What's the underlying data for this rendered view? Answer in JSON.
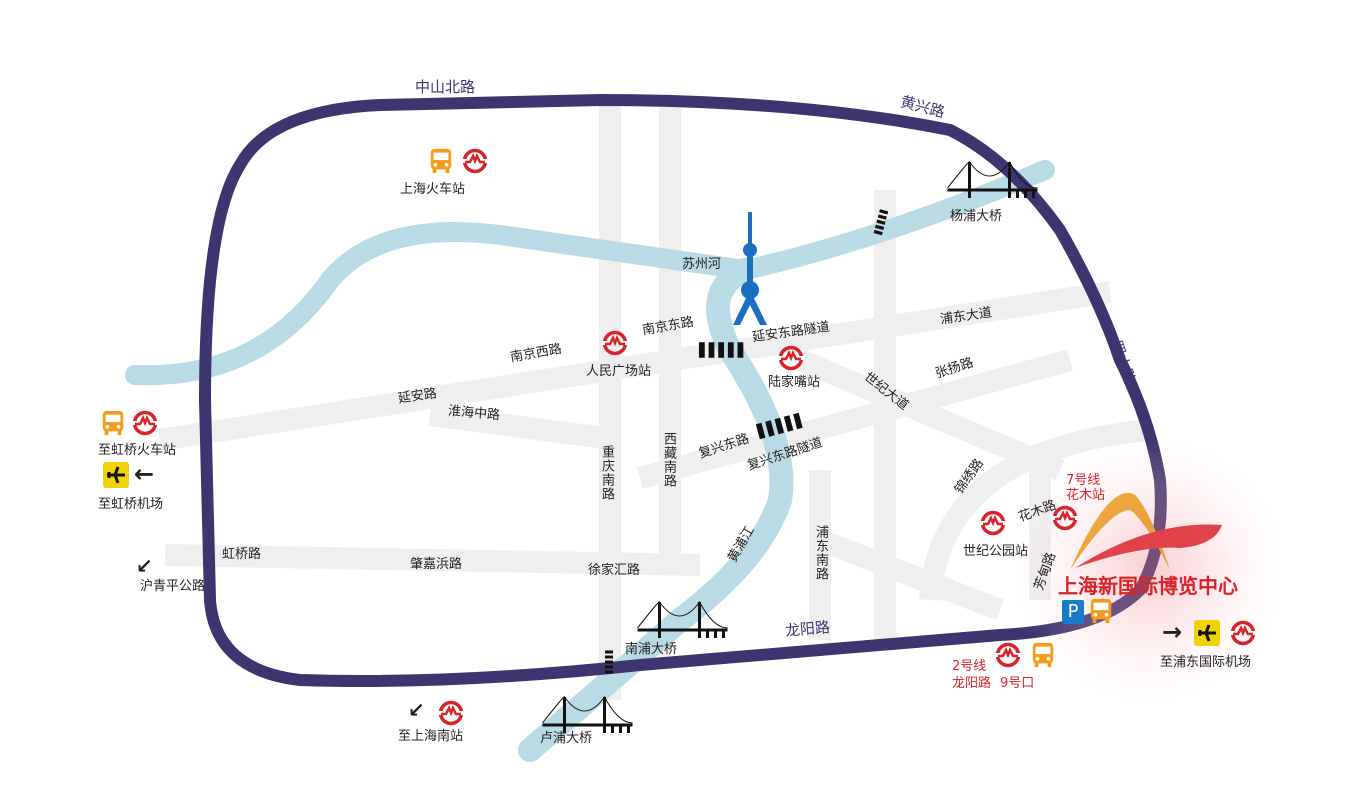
{
  "roads": {
    "zhongshan_north": "中山北路",
    "huangxing": "黄兴路",
    "luoshan": "罗山路",
    "longyang": "龙阳路",
    "nanjing_west": "南京西路",
    "nanjing_east": "南京东路",
    "yanan": "延安路",
    "huaihai": "淮海中路",
    "yanan_tunnel": "延安东路隧道",
    "pudong_ave": "浦东大道",
    "zhangyang": "张扬路",
    "century_ave": "世纪大道",
    "fuxing_east": "复兴东路",
    "fuxing_tunnel": "复兴东路隧道",
    "chongqing_south": "重庆南路",
    "xizang_south": "西藏南路",
    "jinxiu": "锦绣路",
    "huamu": "花木路",
    "fangdian": "芳甸路",
    "pudong_south": "浦东南路",
    "hongqiao": "虹桥路",
    "zhaojiabang": "肇嘉浜路",
    "xujiahui": "徐家汇路",
    "huqingping": "沪青平公路"
  },
  "water": {
    "suzhou_creek": "苏州河",
    "huangpu_river": "黄浦江"
  },
  "bridges": {
    "yangpu": "杨浦大桥",
    "nanpu": "南浦大桥",
    "lupu": "卢浦大桥"
  },
  "stations": {
    "shanghai_railway": "上海火车站",
    "peoples_square": "人民广场站",
    "lujiazui": "陆家嘴站",
    "century_park": "世纪公园站",
    "line7": "7号线",
    "huamu_station": "花木站",
    "line2": "2号线",
    "longyang_road": "龙阳路",
    "exit9": "9号口"
  },
  "destinations": {
    "hongqiao_railway": "至虹桥火车站",
    "hongqiao_airport": "至虹桥机场",
    "pudong_airport": "至浦东国际机场",
    "shanghai_south": "至上海南站"
  },
  "venue": {
    "name": "上海新国际博览中心",
    "parking": "P"
  },
  "colors": {
    "ring": "#3d3570",
    "river": "#b9dbe6",
    "road": "#efefef",
    "metro": "#d8232a",
    "bus": "#f39c1a",
    "airport": "#f2d200"
  }
}
